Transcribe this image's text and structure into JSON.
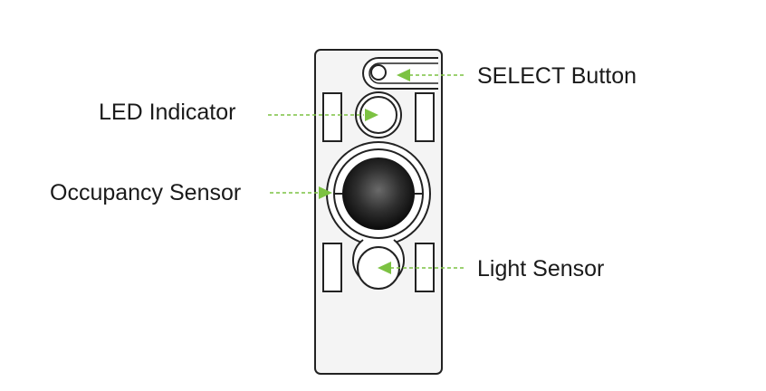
{
  "labels": {
    "select_button": "SELECT Button",
    "led_indicator": "LED Indicator",
    "occupancy_sensor": "Occupancy Sensor",
    "light_sensor": "Light Sensor"
  },
  "colors": {
    "outline": "#222222",
    "body_fill": "#f4f4f4",
    "arrow": "#7cc242",
    "lens_center": "#6a6a6a",
    "lens_edge": "#0a0a0a"
  }
}
